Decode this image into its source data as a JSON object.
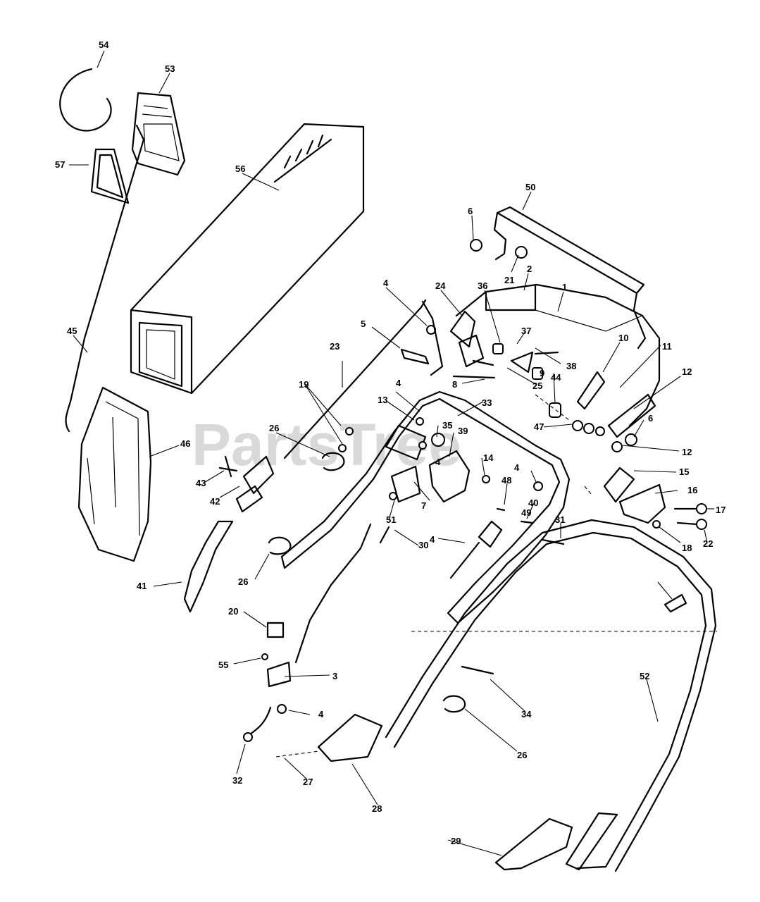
{
  "watermark": {
    "text": "PartsTree",
    "trademark": "™"
  },
  "callouts": [
    "54",
    "53",
    "57",
    "56",
    "45",
    "46",
    "43",
    "42",
    "41",
    "50",
    "6",
    "21",
    "2",
    "1",
    "4",
    "24",
    "36",
    "37",
    "38",
    "10",
    "11",
    "12",
    "5",
    "8",
    "25",
    "9",
    "44",
    "23",
    "19",
    "26",
    "13",
    "35",
    "39",
    "33",
    "47",
    "14",
    "15",
    "16",
    "17",
    "18",
    "22",
    "7",
    "51",
    "48",
    "40",
    "49",
    "31",
    "30",
    "20",
    "55",
    "3",
    "32",
    "27",
    "28",
    "29",
    "34",
    "52"
  ]
}
